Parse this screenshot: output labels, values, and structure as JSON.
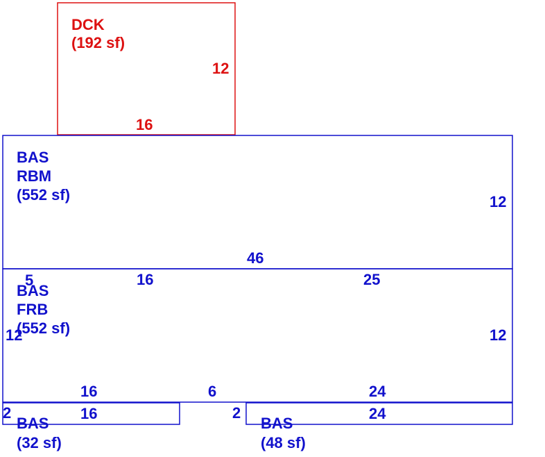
{
  "colors": {
    "deck": "#dd1111",
    "base": "#1111cc"
  },
  "deck": {
    "code": "DCK",
    "area": "(192 sf)",
    "dim_right": "12",
    "dim_bottom": "16"
  },
  "bas_rbm": {
    "code": "BAS",
    "sub": "RBM",
    "area": "(552 sf)",
    "dim_right": "12",
    "dim_bottom": "46"
  },
  "bas_frb": {
    "code": "BAS",
    "sub": "FRB",
    "area": "(552 sf)",
    "dim_top_left": "5",
    "dim_top_mid": "16",
    "dim_top_right": "25",
    "dim_left": "12",
    "dim_right": "12",
    "dim_bottom_left": "16",
    "dim_bottom_mid": "6",
    "dim_bottom_right": "24"
  },
  "bas_left": {
    "code": "BAS",
    "area": "(32 sf)",
    "dim_left": "2",
    "dim_top": "16"
  },
  "bas_right": {
    "code": "BAS",
    "area": "(48 sf)",
    "dim_left": "2",
    "dim_top": "24"
  }
}
